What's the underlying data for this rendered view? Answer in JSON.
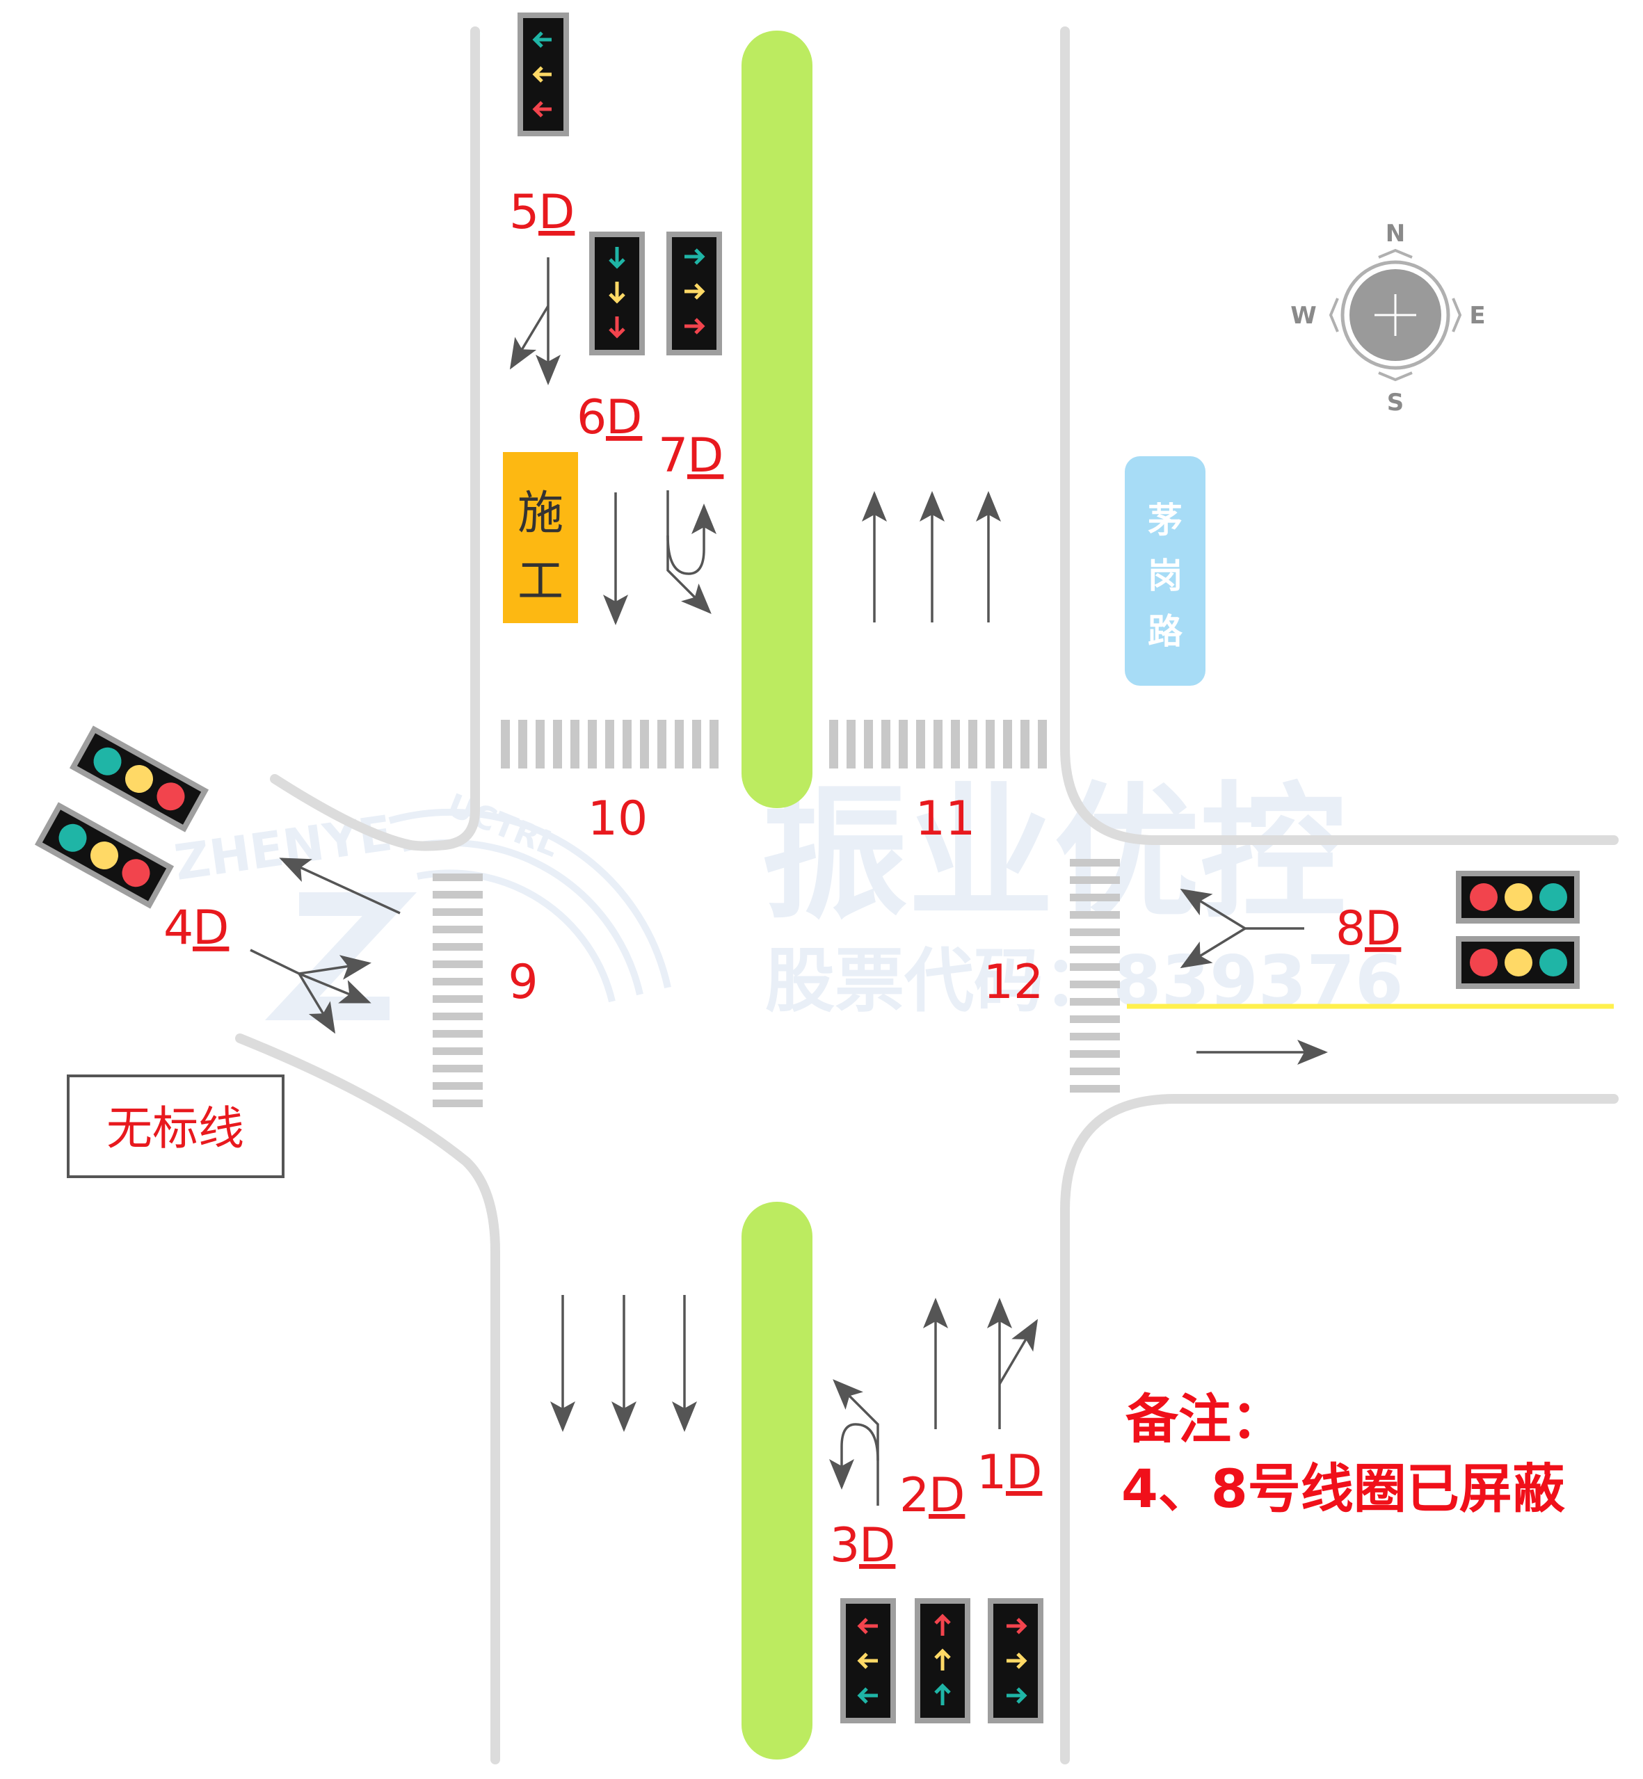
{
  "watermark": {
    "company": "振业优控",
    "stock": "股票代码：839376",
    "brand": "ZHENYE",
    "brand2": "UCTRL"
  },
  "compass": {
    "n": "N",
    "s": "S",
    "e": "E",
    "w": "W"
  },
  "road_name": [
    "茅",
    "岗",
    "路"
  ],
  "construction": [
    "施",
    "工"
  ],
  "no_marking": "无标线",
  "note": {
    "line1": "备注：",
    "line2": "4、8号线圈已屏蔽"
  },
  "detectors": [
    {
      "num": "1",
      "suffix": "D"
    },
    {
      "num": "2",
      "suffix": "D"
    },
    {
      "num": "3",
      "suffix": "D"
    },
    {
      "num": "4",
      "suffix": "D"
    },
    {
      "num": "5",
      "suffix": "D"
    },
    {
      "num": "6",
      "suffix": "D"
    },
    {
      "num": "7",
      "suffix": "D"
    },
    {
      "num": "8",
      "suffix": "D"
    }
  ],
  "crosswalks": [
    "9",
    "10",
    "11",
    "12"
  ],
  "colors": {
    "road_edge": "#dcdcdc",
    "median": "#bceb60",
    "arrow": "#555555",
    "label": "#e8191e",
    "sign_bg": "#fdb812",
    "road_sign_bg": "#a7dcf6",
    "yellow_line": "#fff04d",
    "signal_red": "#f2444d",
    "signal_yellow": "#ffd966",
    "signal_green": "#1fb5a6"
  }
}
